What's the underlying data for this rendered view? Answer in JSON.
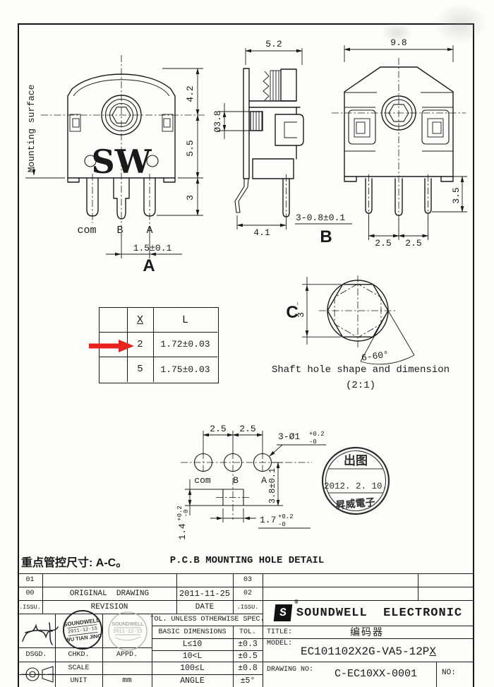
{
  "colors": {
    "ink": "#1a1a1a",
    "accent_red": "#e8231f",
    "stamp_black": "#2e2e2e",
    "stamp_faded": "#a9a9a9"
  },
  "front_view": {
    "mounting_surface": "Mounting surface",
    "logo": "SW",
    "pin_com": "com",
    "pin_b": "B",
    "pin_a": "A",
    "dim_pitch": "1.5±0.1",
    "dim_top": "4.2",
    "dim_mid": "5.5",
    "dim_pin": "3",
    "label": "A"
  },
  "side_view": {
    "dim_width": "5.2",
    "dim_dia": "Ø3.8",
    "dim_foot": "4.1",
    "dim_pins": "3-0.8±0.1",
    "label": "B"
  },
  "back_view": {
    "dim_width": "9.8",
    "dim_pin": "3.5",
    "pitch_l": "2.5",
    "pitch_r": "2.5"
  },
  "xl_table": {
    "header_x": "X",
    "header_l": "L",
    "rows": [
      {
        "x": "2",
        "l": "1.72±0.03"
      },
      {
        "x": "5",
        "l": "1.75±0.03"
      }
    ]
  },
  "shaft_detail": {
    "label": "C",
    "dim": "3",
    "dim_sup": "–",
    "angle": "6-60°",
    "caption": "Shaft hole shape and dimension",
    "scale": "(2:1)"
  },
  "pcb_detail": {
    "pitch_l": "2.5",
    "pitch_r": "2.5",
    "holes": "3-Ø1",
    "holes_sup": "+0.2",
    "holes_sub": "-0",
    "pin_com": "com",
    "pin_b": "B",
    "pin_a": "A",
    "dim_v": "3.8±0.1",
    "slot_w": "1.7",
    "slot_w_sup": "+0.2",
    "slot_w_sub": "-0",
    "slot_h": "1.4",
    "slot_h_sup": "+0.2",
    "slot_h_sub": "-0",
    "caption": "P.C.B MOUNTING HOLE DETAIL"
  },
  "release_stamp": {
    "line1": "出图",
    "line2": "2012. 2. 10.",
    "line3": "昇威電子"
  },
  "notes": {
    "key_dims": "重点管控尺寸: A-C。"
  },
  "revision_table": {
    "r1": {
      "no": "01",
      "rev": "",
      "date": "",
      "no2": "03",
      "rev2": ""
    },
    "r2": {
      "no": "00",
      "rev": "ORIGINAL  DRAWING",
      "date": "2011-11-25",
      "no2": "02",
      "rev2": ""
    },
    "header": {
      "no": ".ISSU.",
      "rev": "REVISION",
      "date": "DATE",
      "no2": ".ISSU."
    }
  },
  "tolerance_table": {
    "title": "TOL. UNLESS OTHERWISE SPEC.",
    "col_dim": "BASIC DIMENSIONS",
    "col_tol": "TOL.",
    "rows": [
      {
        "dim": "L≤10",
        "tol": "±0.3"
      },
      {
        "dim": "10<L",
        "tol": "±0.5"
      },
      {
        "dim": "100≤L",
        "tol": "±0.8"
      },
      {
        "dim": "ANGLE",
        "tol": "±5°"
      }
    ]
  },
  "title_block": {
    "company": "SOUNDWELL  ELECTRONIC",
    "logo_letter": "S",
    "reg": "®",
    "title_label": "TITLE:",
    "title_value": "编码器",
    "model_label": "MODEL:",
    "model_value": "EC101102X2G-VA5-12P",
    "model_end": "X",
    "drawing_label": "DRAWING NO:",
    "drawing_value": "C-EC10XX-0001",
    "no_label": "NO:",
    "dsgd": "DSGD.",
    "chkd": "CHKD.",
    "appd": "APPD.",
    "scale_label": "SCALE",
    "unit_label": "UNIT",
    "unit_value": "mm"
  },
  "stamps": {
    "black": {
      "line1": "SOUNDWELL",
      "line2": "2011-12-15",
      "line3": "WU TIAN JING"
    },
    "faded": {
      "line1": "SOUNDWELL",
      "line2": "2011-12-15"
    }
  }
}
